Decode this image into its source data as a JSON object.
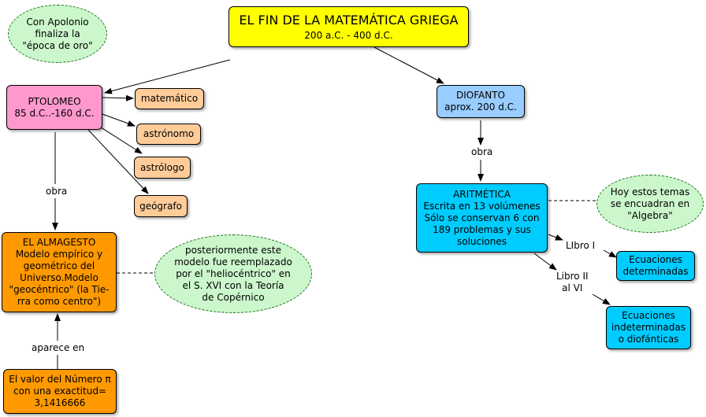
{
  "title_box": {
    "title": "EL FIN DE LA MATEMÁTICA GRIEGA",
    "subtitle": "200 a.C. - 400 d.C."
  },
  "apolonio": {
    "lines": [
      "Con Apolonio",
      "finaliza la",
      "\"época de oro\""
    ]
  },
  "ptolomeo": {
    "lines": [
      "PTOLOMEO",
      "85 d.C..-160 d.C."
    ]
  },
  "ptolomeo_roles": {
    "matematico": "matemático",
    "astronomo": "astrónomo",
    "astrologo": "astrólogo",
    "geografo": "geógrafo"
  },
  "almagesto": {
    "lines": [
      "EL ALMAGESTO",
      "Modelo empírico y",
      "geométrico del",
      "Universo.Modelo",
      "\"geocéntrico\" (la Tie-",
      "rra como centro\")"
    ]
  },
  "heliocentrico": {
    "lines": [
      "posteriormente este",
      "modelo fue reemplazado",
      "por el \"heliocéntrico\" en",
      "el S. XVI con la Teoría",
      "de Copérnico"
    ]
  },
  "numero_pi": {
    "lines": [
      "El valor del Número π",
      "con una exactitud=",
      "3,1416666"
    ]
  },
  "diofanto": {
    "lines": [
      "DIOFANTO",
      "aprox. 200 d.C."
    ]
  },
  "aritmetica": {
    "lines": [
      "ARITMÉTICA",
      "Escrita en 13 volúmenes",
      "Sólo se conservan 6 con",
      "189 problemas y sus",
      "soluciones"
    ]
  },
  "algebra_note": {
    "lines": [
      "Hoy estos temas",
      "se encuadran en",
      "\"Algebra\""
    ]
  },
  "ec_determinadas": {
    "lines": [
      "Ecuaciones",
      "determinadas"
    ]
  },
  "ec_indeterminadas": {
    "lines": [
      "Ecuaciones",
      "indeterminadas",
      "o diofánticas"
    ]
  },
  "link_labels": {
    "obra_left": "obra",
    "aparece_en": "aparece en",
    "obra_right": "obra",
    "libro_i": "LIbro I",
    "libro_ii": [
      "Libro II",
      "al VI"
    ]
  },
  "colors": {
    "yellow": "#ffff00",
    "pink": "#ff99cc",
    "peach": "#ffcc99",
    "orange": "#ff9900",
    "light_blue": "#99ccff",
    "cyan": "#00ccff",
    "green_oval": "#ccf7cc"
  }
}
